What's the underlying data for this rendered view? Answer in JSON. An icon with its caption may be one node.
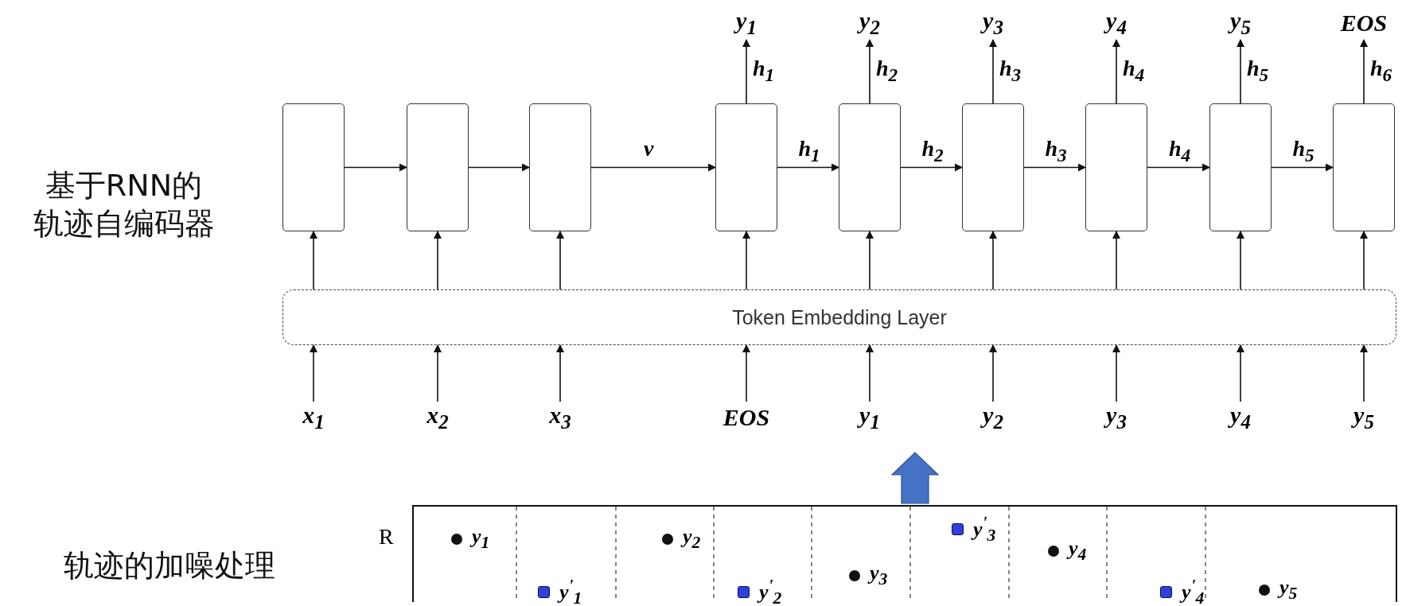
{
  "diagram": {
    "nodes": [
      {
        "text": [],
        "shape": "box"
      },
      {
        "text": [],
        "shape": "box"
      },
      {
        "text": [],
        "shape": "box"
      },
      {
        "text": [],
        "shape": "box"
      },
      {
        "text": [],
        "shape": "box"
      },
      {
        "text": [],
        "shape": "box"
      },
      {
        "text": [],
        "shape": "box"
      },
      {
        "text": [],
        "shape": "box"
      },
      {
        "text": [],
        "shape": "box"
      },
      {
        "text": [
          "Token Embedding Layer"
        ]
      },
      {
        "text": [
          "*x*$_{1}$"
        ]
      },
      {
        "text": [
          "*x*$_{2}$"
        ]
      },
      {
        "text": [
          "*x*$_{3}$"
        ]
      },
      {
        "text": [
          "EOS"
        ]
      },
      {
        "text": [
          "*y*$_{1}$"
        ]
      },
      {
        "text": [
          "*y*$_{2}$"
        ]
      },
      {
        "text": [
          "*y*$_{3}$"
        ]
      },
      {
        "text": [
          "*y*$_{4}$"
        ]
      },
      {
        "text": [
          "*y*$_{5}$"
        ]
      },
      {
        "text": [
          "*y*$_{1}$"
        ]
      },
      {
        "text": [
          "*y*$_{2}$"
        ]
      },
      {
        "text": [
          "*y*$_{3}$"
        ]
      },
      {
        "text": [
          "*y*$_{4}$"
        ]
      },
      {
        "text": [
          "*y*$_{5}$"
        ]
      },
      {
        "text": [
          "EOS"
        ]
      },
      {
        "text": [
          "R"
        ]
      },
      {
        "text": [
          "*y*$_{1}$"
        ],
        "in": 25
      },
      {
        "text": [
          "*y*$^{'}$$_{1}$"
        ],
        "in": 25
      },
      {
        "text": [
          "*y*$_{2}$"
        ],
        "in": 25
      },
      {
        "text": [
          "*y*$^{'}$$_{2}$"
        ],
        "in": 25
      },
      {
        "text": [
          "*y*$_{3}$"
        ],
        "in": 25
      },
      {
        "text": [
          "*y*$^{'}$$_{3}$"
        ],
        "in": 25
      },
      {
        "text": [
          "*y*$_{4}$"
        ],
        "in": 25
      },
      {
        "text": [
          "*y*$^{'}$$_{4}$"
        ],
        "in": 25
      },
      {
        "text": [
          "*y*$_{5}$"
        ],
        "in": 25
      }
    ],
    "edges": [
      {
        "from": 0,
        "to": 1,
        "arrow": "to"
      },
      {
        "from": 1,
        "to": 2,
        "arrow": "to"
      },
      {
        "from": 2,
        "to": 3,
        "arrow": "to",
        "label": "*v*"
      },
      {
        "from": 3,
        "to": 4,
        "arrow": "to",
        "label": "*h*$_{1}$"
      },
      {
        "from": 4,
        "to": 5,
        "arrow": "to",
        "label": "*h*$_{2}$"
      },
      {
        "from": 5,
        "to": 6,
        "arrow": "to",
        "label": "*h*$_{3}$"
      },
      {
        "from": 6,
        "to": 7,
        "arrow": "to",
        "label": "*h*$_{4}$"
      },
      {
        "from": 7,
        "to": 8,
        "arrow": "to",
        "label": "*h*$_{5}$"
      },
      {
        "from": 9,
        "to": 0,
        "arrow": "to"
      },
      {
        "from": 9,
        "to": 1,
        "arrow": "to"
      },
      {
        "from": 9,
        "to": 2,
        "arrow": "to"
      },
      {
        "from": 9,
        "to": 3,
        "arrow": "to"
      },
      {
        "from": 9,
        "to": 4,
        "arrow": "to"
      },
      {
        "from": 9,
        "to": 5,
        "arrow": "to"
      },
      {
        "from": 9,
        "to": 6,
        "arrow": "to"
      },
      {
        "from": 9,
        "to": 7,
        "arrow": "to"
      },
      {
        "from": 9,
        "to": 8,
        "arrow": "to"
      },
      {
        "from": 10,
        "to": 9,
        "arrow": "to"
      },
      {
        "from": 11,
        "to": 9,
        "arrow": "to"
      },
      {
        "from": 12,
        "to": 9,
        "arrow": "to"
      },
      {
        "from": 13,
        "to": 9,
        "arrow": "to"
      },
      {
        "from": 14,
        "to": 9,
        "arrow": "to"
      },
      {
        "from": 15,
        "to": 9,
        "arrow": "to"
      },
      {
        "from": 16,
        "to": 9,
        "arrow": "to"
      },
      {
        "from": 17,
        "to": 9,
        "arrow": "to"
      },
      {
        "from": 18,
        "to": 9,
        "arrow": "to"
      },
      {
        "from": 3,
        "to": 19,
        "arrow": "to",
        "label": "*h*$_{1}$"
      },
      {
        "from": 4,
        "to": 20,
        "arrow": "to",
        "label": "*h*$_{2}$"
      },
      {
        "from": 5,
        "to": 21,
        "arrow": "to",
        "label": "*h*$_{3}$"
      },
      {
        "from": 6,
        "to": 22,
        "arrow": "to",
        "label": "*h*$_{4}$"
      },
      {
        "from": 7,
        "to": 23,
        "arrow": "to",
        "label": "*h*$_{5}$"
      },
      {
        "from": 8,
        "to": 24,
        "arrow": "to",
        "label": "*h*$_{6}$"
      },
      {
        "from": 25,
        "to": null,
        "arrow": "to",
        "style": "thick",
        "color": "#4472c4"
      }
    ],
    "labels": [
      "基于RNN的轨迹自编码器",
      "轨迹的加噪处理"
    ]
  }
}
